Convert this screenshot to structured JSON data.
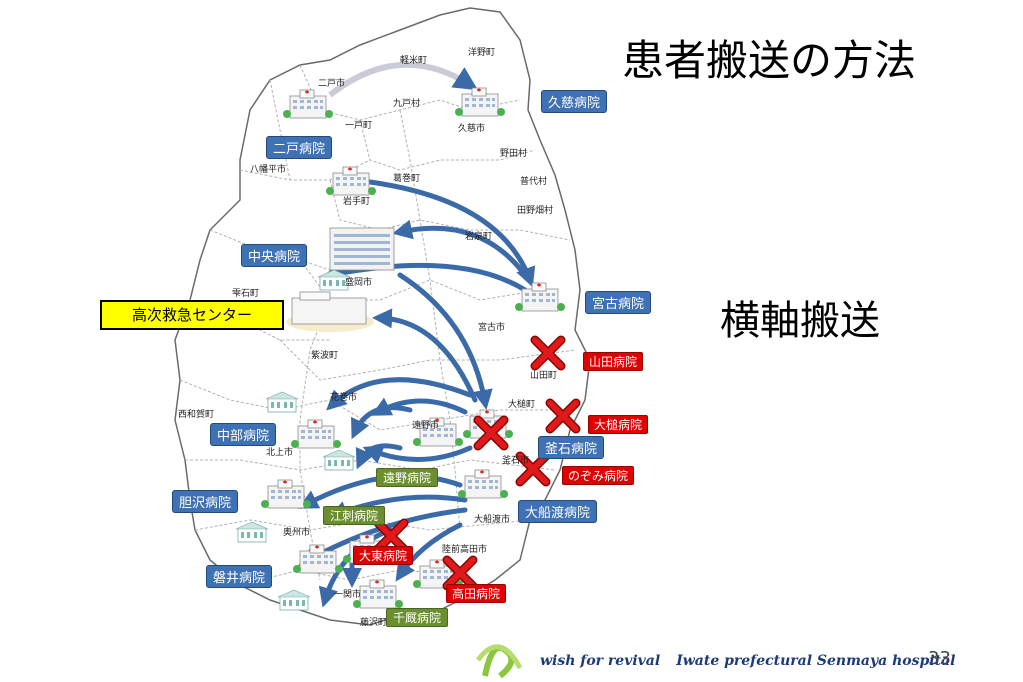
{
  "title": "患者搬送の方法",
  "subtitle": "横軸搬送",
  "center_label": "高次救急センター",
  "hospitals_blue": {
    "kuji": "久慈病院",
    "ninohe": "二戸病院",
    "chuo": "中央病院",
    "miyako": "宮古病院",
    "chubu": "中部病院",
    "kamaishi": "釜石病院",
    "isawa": "胆沢病院",
    "ofunato": "大船渡病院",
    "iwai": "磐井病院"
  },
  "hospitals_red": {
    "yamada": "山田病院",
    "otsuchi": "大槌病院",
    "nozomi": "のぞみ病院",
    "ohigashi": "大東病院",
    "takata": "高田病院"
  },
  "hospitals_green": {
    "tono": "遠野病院",
    "esashi": "江刺病院",
    "senmaya": "千厩病院"
  },
  "place_names": {
    "karumai": "軽米町",
    "hirono": "洋野町",
    "ninohe_city": "二戸市",
    "kunohe": "九戸村",
    "ichinohe": "一戸町",
    "kuji_city": "久慈市",
    "noda": "野田村",
    "hachimantai": "八幡平市",
    "kuzumaki": "葛巻町",
    "fudai": "普代村",
    "iwate_town": "岩手町",
    "tanohata": "田野畑村",
    "iwaizumi": "岩泉町",
    "shizukuishi": "雫石町",
    "morioka": "盛岡市",
    "miyako_city": "宮古市",
    "shiwa": "紫波町",
    "yamada_town": "山田町",
    "hanamaki": "花巻市",
    "otsuchi_town": "大槌町",
    "nishiwaga": "西和賀町",
    "tono_city": "遠野市",
    "kitakami": "北上市",
    "kamaishi_city": "釜石市",
    "oshu": "奥州市",
    "ofunato_city": "大船渡市",
    "rikuzentakata": "陸前高田市",
    "ichinoseki": "一関市",
    "fujisawa": "藤沢町"
  },
  "footer": {
    "left": "wish for revival",
    "right": "Iwate prefectural Senmaya hospital"
  },
  "page_number": "33",
  "colors": {
    "arrow": "#3b6aa8",
    "label_blue": "#3f71b5",
    "label_red": "#e00000",
    "label_green": "#6b8f2f",
    "cross": "#dd1111",
    "center_fill": "#ffff00"
  }
}
